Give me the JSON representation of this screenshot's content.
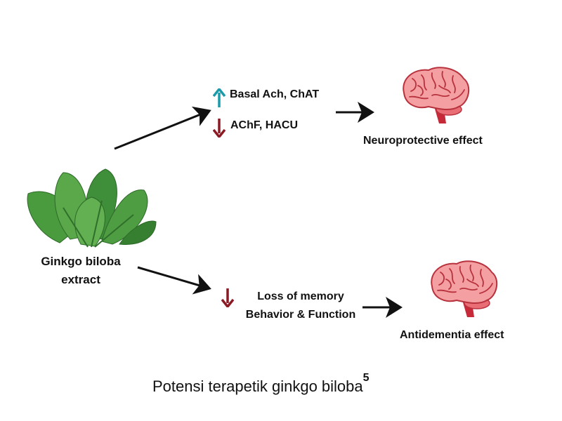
{
  "source": {
    "label_line1": "Ginkgo biloba",
    "label_line2": "extract",
    "icon": "ginkgo-leaf-icon"
  },
  "top_branch": {
    "increase_text": "Basal Ach, ChAT",
    "decrease_text": "AChF, HACU",
    "effect": "Neuroprotective effect",
    "icon": "brain-icon"
  },
  "bottom_branch": {
    "line1": "Loss of memory",
    "line2": "Behavior & Function",
    "effect": "Antidementia effect",
    "icon": "brain-icon"
  },
  "caption": {
    "text": "Potensi terapetik ginkgo biloba",
    "ref": "5"
  },
  "colors": {
    "up_arrow": "#1b9aaa",
    "down_arrow": "#8b1a24",
    "brain": "#f4a0a3",
    "brain_outline": "#b8323e",
    "stem": "#c62a38",
    "leaf": "#3f8f3a"
  }
}
